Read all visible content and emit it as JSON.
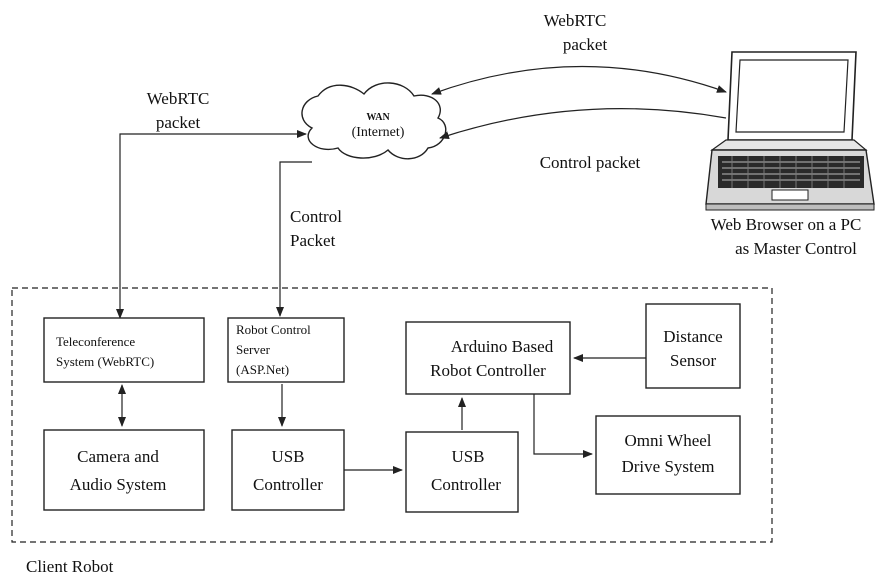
{
  "labels": {
    "webrtc_top_1": "WebRTC",
    "webrtc_top_2": "packet",
    "webrtc_left_1": "WebRTC",
    "webrtc_left_2": "packet",
    "wan_1": "WAN",
    "wan_2": "(Internet)",
    "control_packet_right": "Control packet",
    "control_packet_mid_1": "Control",
    "control_packet_mid_2": "Packet",
    "browser_1": "Web Browser on a PC",
    "browser_2": "as Master Control",
    "client_robot": "Client Robot"
  },
  "boxes": {
    "teleconference": [
      "Teleconference",
      "System (WebRTC)"
    ],
    "robot_server": [
      "Robot Control",
      "Server",
      "(ASP.Net)"
    ],
    "arduino": [
      "Arduino Based",
      "Robot Controller"
    ],
    "distance": [
      "Distance",
      "Sensor"
    ],
    "camera": [
      "Camera and",
      "Audio System"
    ],
    "usb1": [
      "USB",
      "Controller"
    ],
    "usb2": [
      "USB",
      "Controller"
    ],
    "omni": [
      "Omni Wheel",
      "Drive System"
    ]
  }
}
